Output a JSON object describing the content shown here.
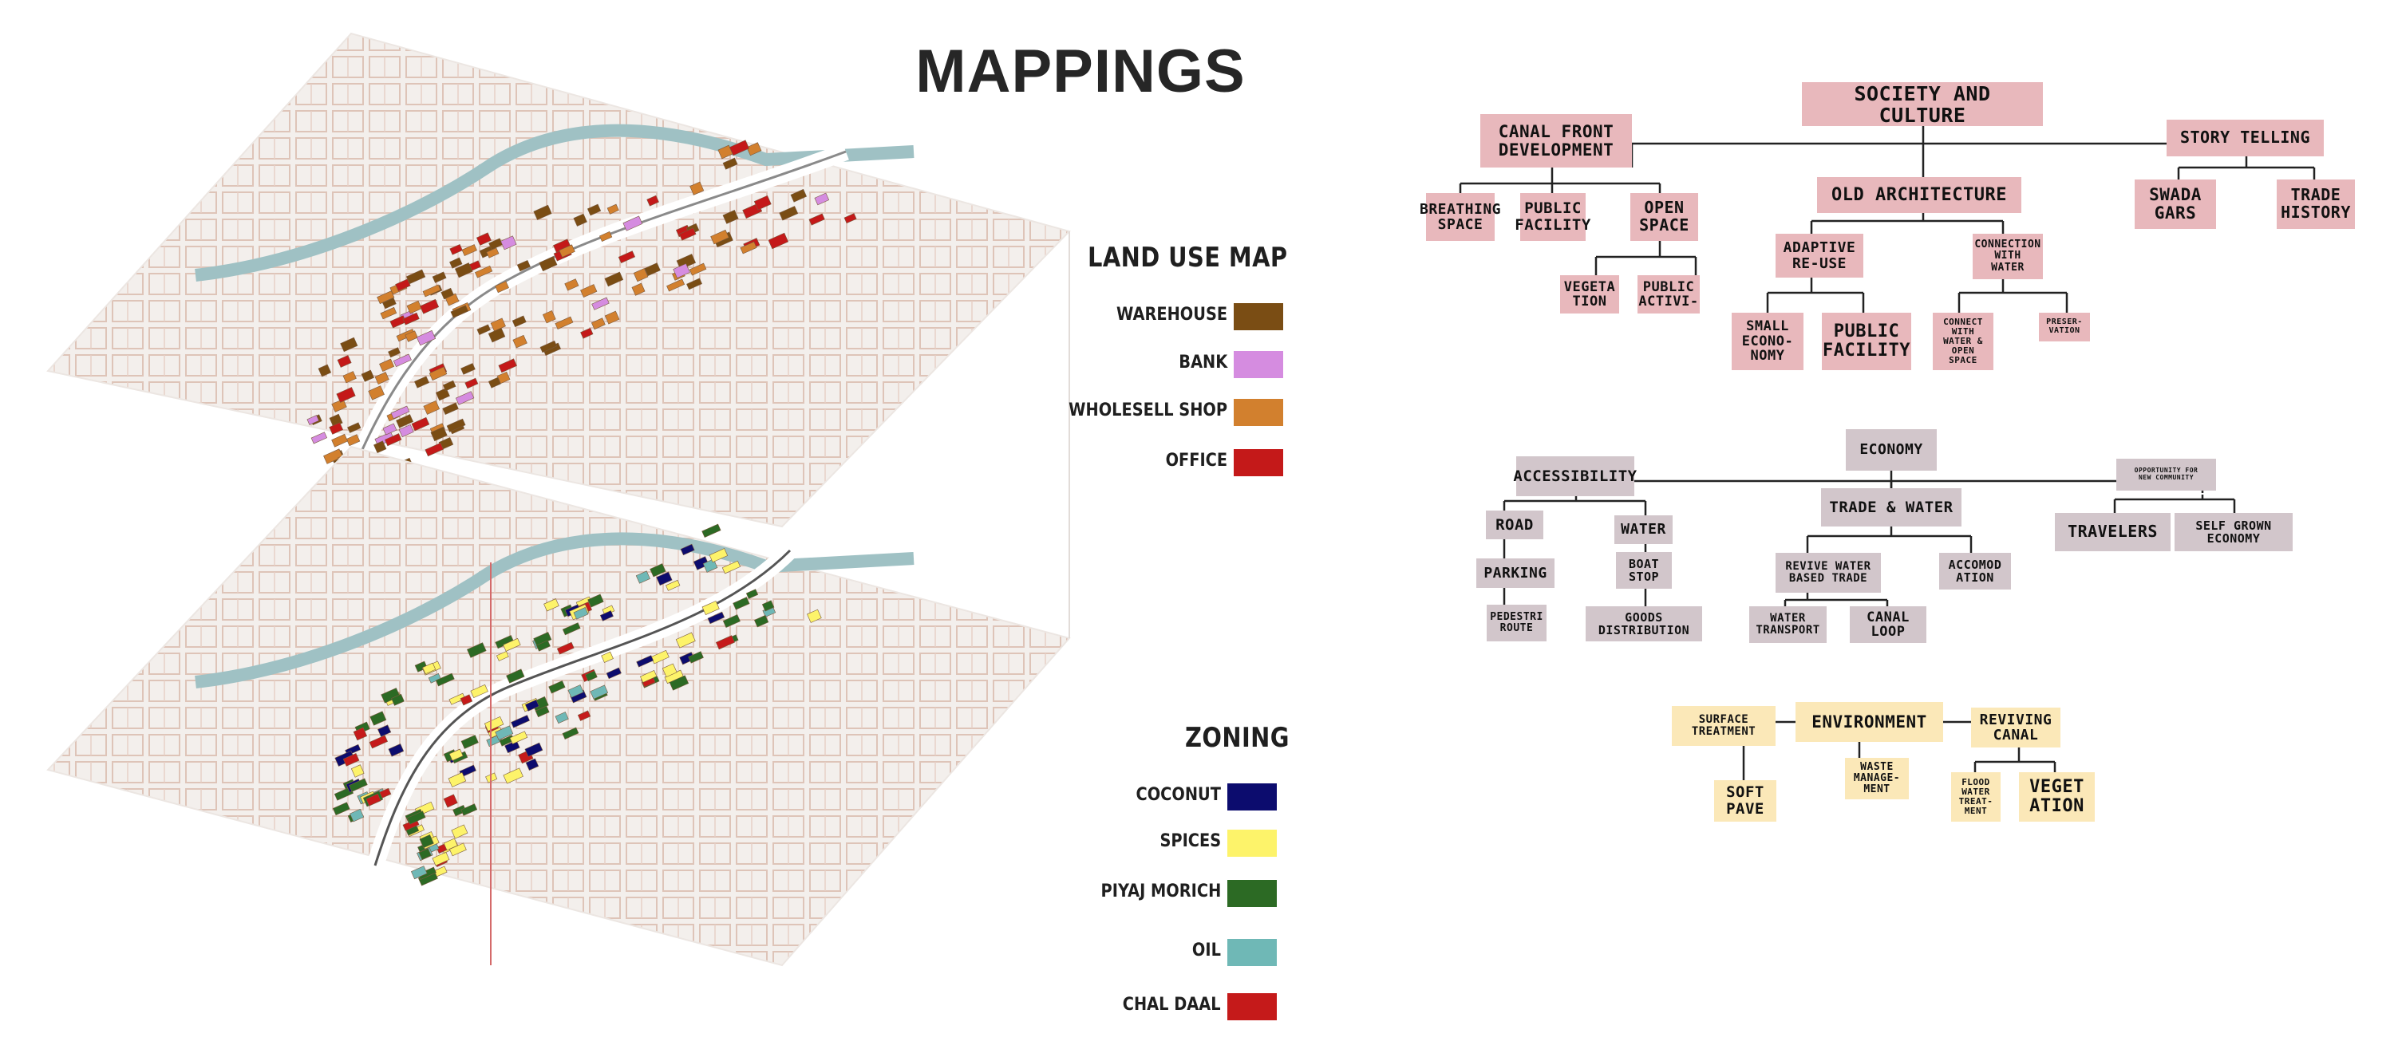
{
  "title": "MAPPINGS",
  "land_use": {
    "heading": "LAND USE MAP",
    "items": [
      {
        "label": "WAREHOUSE",
        "color": "#7a4d14"
      },
      {
        "label": "BANK",
        "color": "#d58ce0"
      },
      {
        "label": "WHOLESELL SHOP",
        "color": "#d2802e"
      },
      {
        "label": "OFFICE",
        "color": "#c41919"
      }
    ]
  },
  "zoning": {
    "heading": "ZONING",
    "items": [
      {
        "label": "COCONUT",
        "color": "#0c0c6e"
      },
      {
        "label": "SPICES",
        "color": "#fdf36a"
      },
      {
        "label": "PIYAJ MORICH",
        "color": "#2c6a24"
      },
      {
        "label": "OIL",
        "color": "#6fb8b6"
      },
      {
        "label": "CHAL DAAL",
        "color": "#c51a1a"
      }
    ]
  },
  "society": {
    "root": "SOCIETY AND CULTURE",
    "canal_front": "CANAL FRONT\nDEVELOPMENT",
    "breathing_space": "BREATHING\nSPACE",
    "public_facility": "PUBLIC\nFACILITY",
    "open_space": "OPEN\nSPACE",
    "vegetation": "VEGETA\nTION",
    "public_activity": "PUBLIC\nACTIVI-",
    "old_architecture": "OLD ARCHITECTURE",
    "adaptive_reuse": "ADAPTIVE\nRE-USE",
    "connection_water": "CONNECTION\nWITH\nWATER",
    "small_economy": "SMALL\nECONO-\nNOMY",
    "public_facility_2": "PUBLIC\nFACILITY",
    "connect_water_open": "CONNECT\nWITH\nWATER &\nOPEN\nSPACE",
    "preservation": "PRESER-\nVATION",
    "story_telling": "STORY TELLING",
    "swada_gars": "SWADA\nGARS",
    "trade_history": "TRADE\nHISTORY"
  },
  "economy": {
    "root": "ECONOMY",
    "accessibility": "ACCESSIBILITY",
    "road": "ROAD",
    "parking": "PARKING",
    "pedestri_route": "PEDESTRI\nROUTE",
    "water": "WATER",
    "boat_stop": "BOAT\nSTOP",
    "goods_distribution": "GOODS\nDISTRIBUTION",
    "trade_water": "TRADE & WATER",
    "revive_water_trade": "REVIVE WATER\nBASED TRADE",
    "water_transport": "WATER\nTRANSPORT",
    "canal_loop": "CANAL\nLOOP",
    "accommodation": "ACCOMOD\nATION",
    "opportunity": "OPPORTUNITY FOR\nNEW COMMUNITY",
    "travelers": "TRAVELERS",
    "self_grown": "SELF GROWN\nECONOMY"
  },
  "environment": {
    "root": "ENVIRONMENT",
    "surface_treatment": "SURFACE\nTREATMENT",
    "soft_pave": "SOFT\nPAVE",
    "waste_management": "WASTE\nMANAGE-\nMENT",
    "reviving_canal": "REVIVING\nCANAL",
    "flood_water": "FLOOD\nWATER\nTREAT-\nMENT",
    "vegetation": "VEGET\nATION"
  }
}
